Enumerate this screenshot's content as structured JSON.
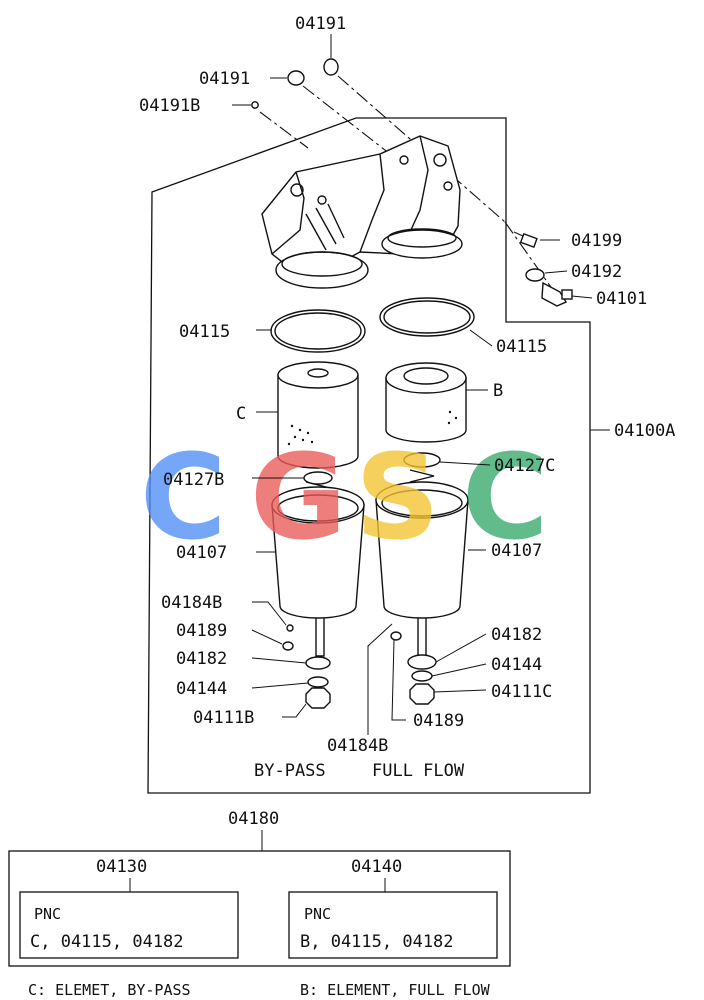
{
  "diagram": {
    "part_numbers": {
      "oring_top": "04191",
      "oring_mid": "04191",
      "oring_small": "04191B",
      "bolt": "04199",
      "washer": "04192",
      "sensor": "04101",
      "gasket_left": "04115",
      "gasket_right": "04115",
      "element_bypass": "C",
      "element_fullflow": "B",
      "assembly": "04100A",
      "spring_left": "04127B",
      "spring_right": "04127C",
      "case_left": "04107",
      "case_right": "04107",
      "plug_left": "04184B",
      "oring_left": "04189",
      "seal_left": "04182",
      "washer_left": "04144",
      "bolt_left": "04111B",
      "seal_right": "04182",
      "washer_right": "04144",
      "bolt_right": "04111C",
      "oring_right": "04189",
      "plug_right": "04184B"
    },
    "captions": {
      "bypass": "BY-PASS",
      "fullflow": "FULL FLOW"
    },
    "kit": {
      "number": "04180",
      "left": {
        "number": "04130",
        "heading": "PNC",
        "contents": "C, 04115, 04182"
      },
      "right": {
        "number": "04140",
        "heading": "PNC",
        "contents": "B, 04115, 04182"
      }
    },
    "legend": {
      "c_note": "C: ELEMET, BY-PASS",
      "b_note": "B: ELEMENT, FULL FLOW"
    },
    "watermark": {
      "letters": [
        "C",
        "G",
        "S",
        "C"
      ],
      "colors": [
        "#4f8ef7",
        "#ea5a58",
        "#f4c430",
        "#36a96b"
      ]
    }
  }
}
